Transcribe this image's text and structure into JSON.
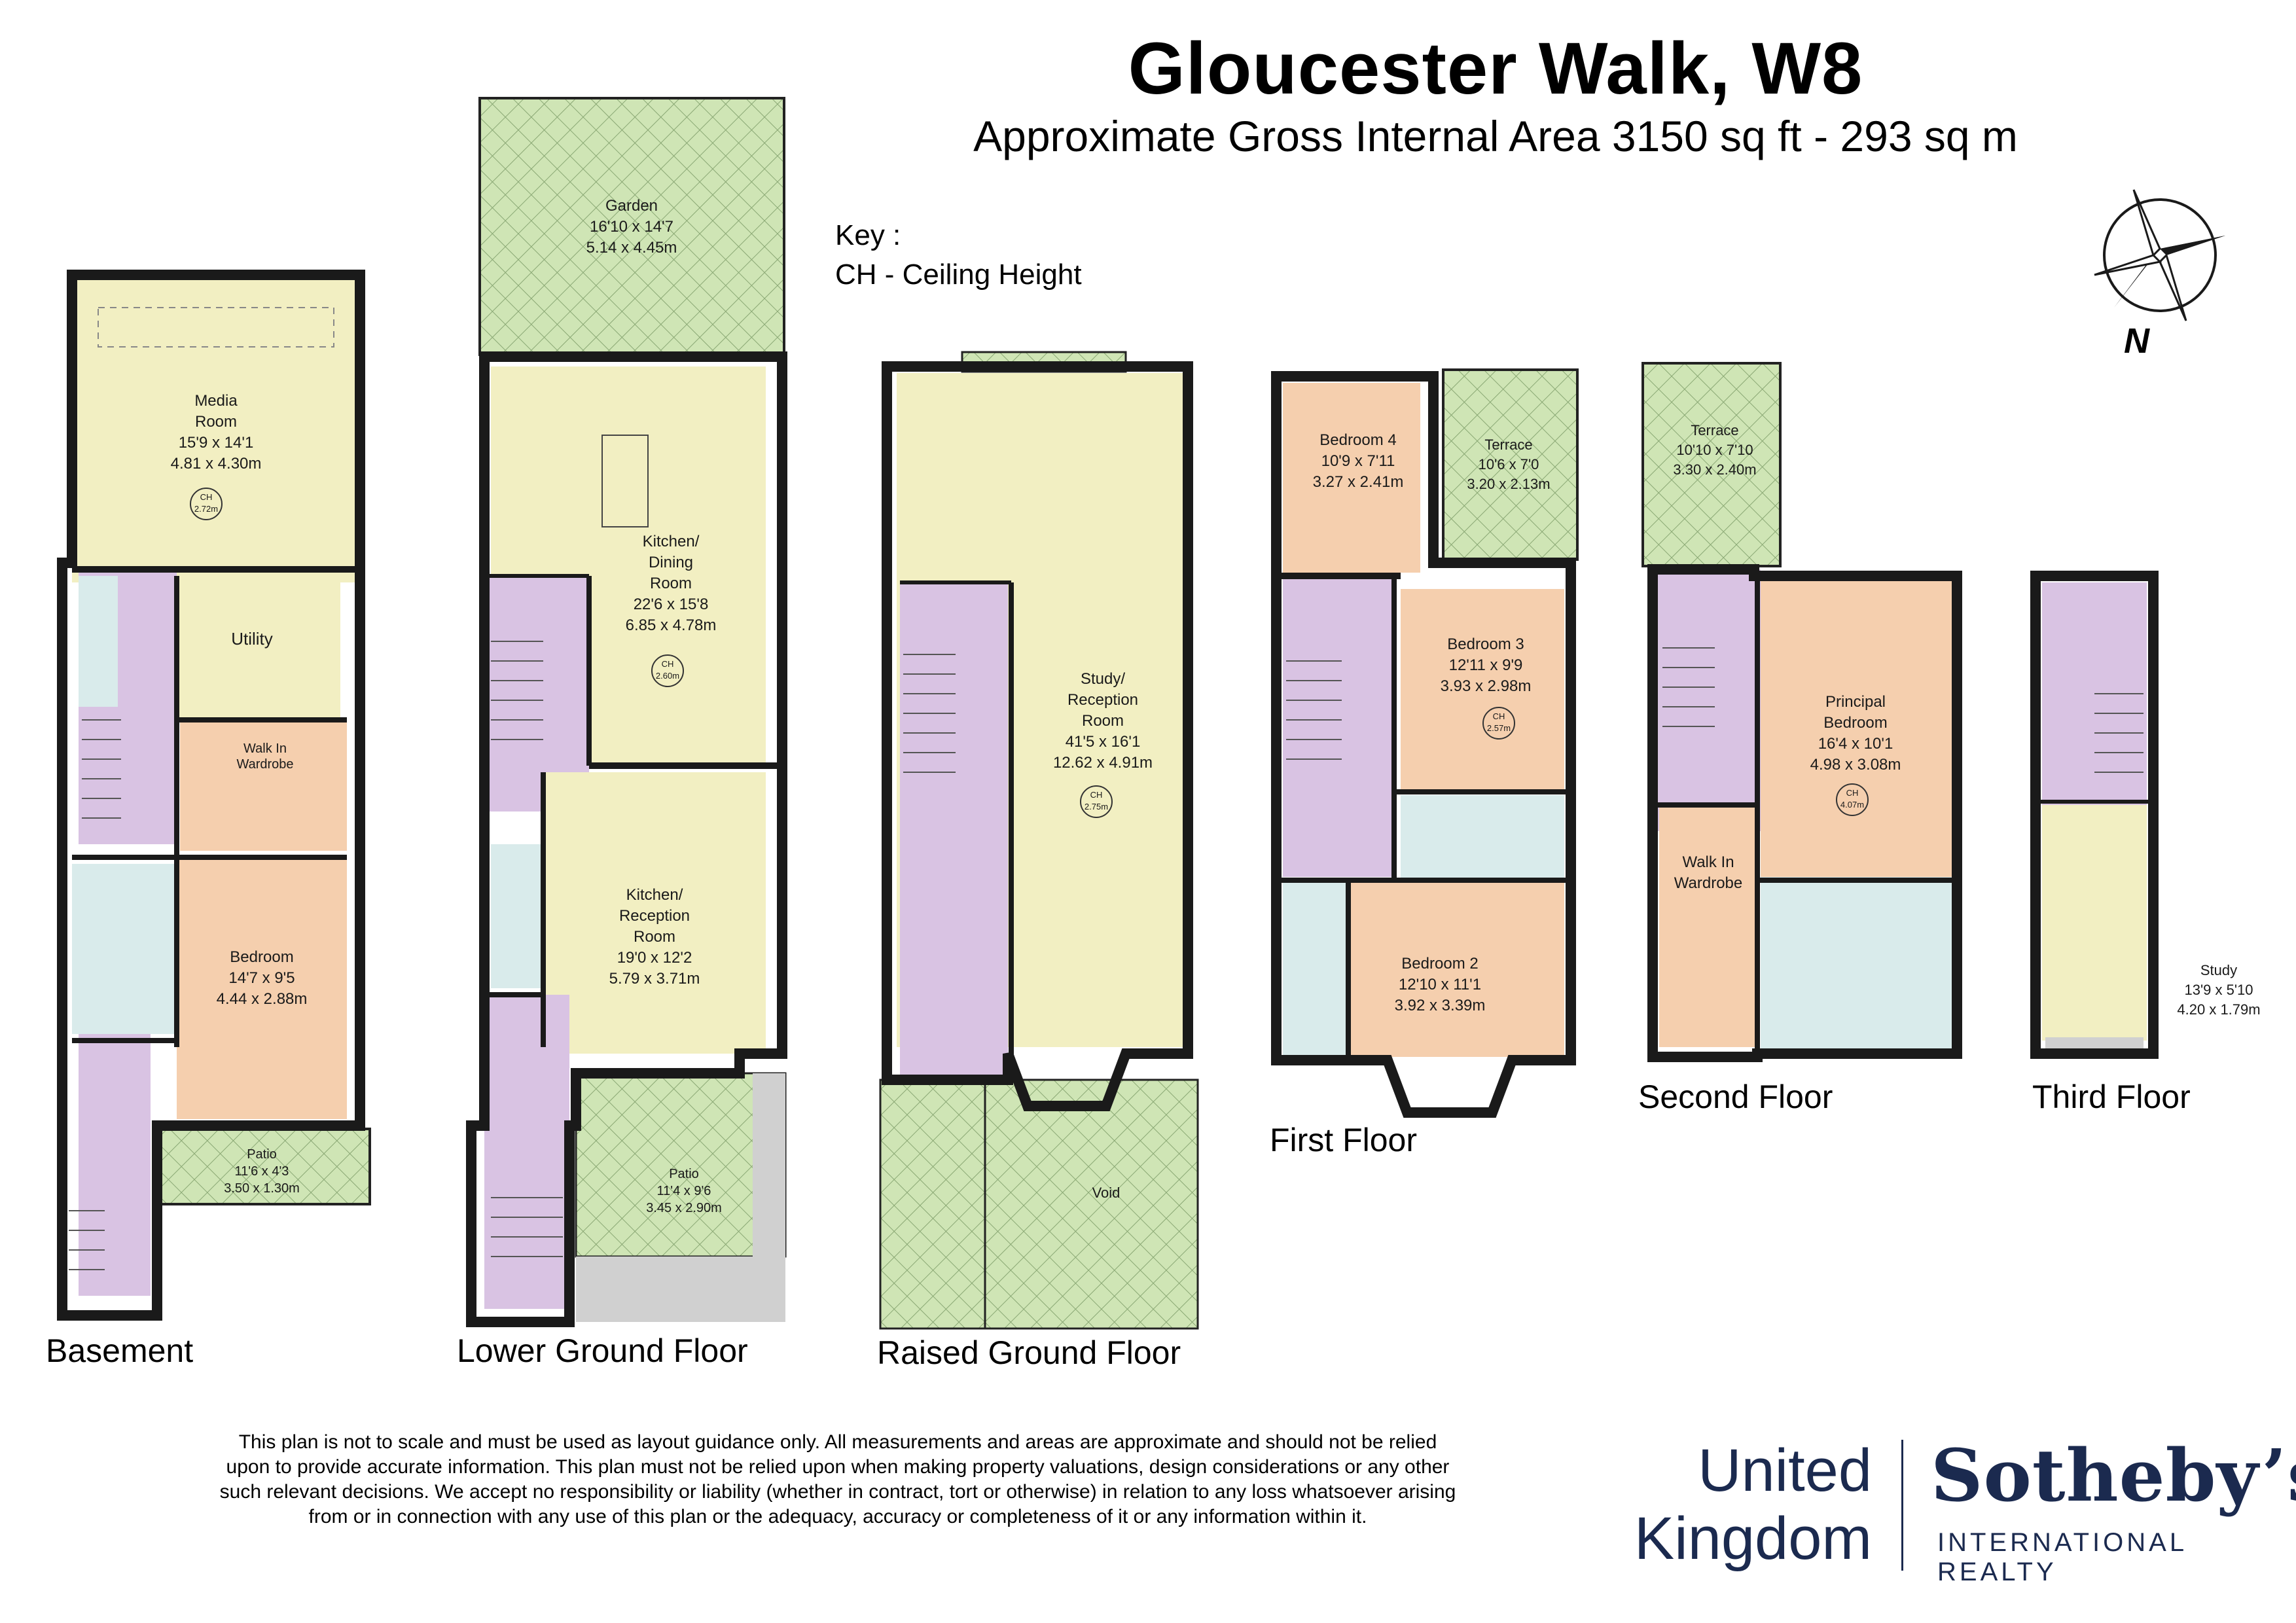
{
  "header": {
    "title": "Gloucester Walk, W8",
    "subtitle": "Approximate Gross Internal Area 3150 sq ft - 293 sq m",
    "key_title": "Key :",
    "key_item": "CH - Ceiling Height"
  },
  "compass": {
    "label": "N"
  },
  "floors": {
    "basement": "Basement",
    "lower_ground": "Lower Ground Floor",
    "raised_ground": "Raised Ground Floor",
    "first": "First Floor",
    "second": "Second Floor",
    "third": "Third Floor"
  },
  "rooms": {
    "media": {
      "name1": "Media",
      "name2": "Room",
      "imp": "15'9 x 14'1",
      "met": "4.81 x 4.30m",
      "ch": "2.72m"
    },
    "utility": {
      "name1": "Utility"
    },
    "walkin_b": {
      "name1": "Walk In",
      "name2": "Wardrobe"
    },
    "bedroom_b": {
      "name1": "Bedroom",
      "imp": "14'7 x 9'5",
      "met": "4.44 x 2.88m"
    },
    "patio_b": {
      "name1": "Patio",
      "imp": "11'6 x 4'3",
      "met": "3.50 x 1.30m"
    },
    "garden": {
      "name1": "Garden",
      "imp": "16'10 x 14'7",
      "met": "5.14 x 4.45m"
    },
    "kitchen_dining": {
      "name1": "Kitchen/",
      "name2": "Dining",
      "name3": "Room",
      "imp": "22'6 x 15'8",
      "met": "6.85 x 4.78m",
      "ch": "2.60m"
    },
    "kitchen_reception": {
      "name1": "Kitchen/",
      "name2": "Reception",
      "name3": "Room",
      "imp": "19'0 x 12'2",
      "met": "5.79 x 3.71m"
    },
    "patio_lg": {
      "name1": "Patio",
      "imp": "11'4 x 9'6",
      "met": "3.45 x 2.90m"
    },
    "study_reception": {
      "name1": "Study/",
      "name2": "Reception",
      "name3": "Room",
      "imp": "41'5 x 16'1",
      "met": "12.62 x 4.91m",
      "ch": "2.75m"
    },
    "void": {
      "name1": "Void"
    },
    "bedroom4": {
      "name1": "Bedroom 4",
      "imp": "10'9 x 7'11",
      "met": "3.27 x 2.41m"
    },
    "terrace1": {
      "name1": "Terrace",
      "imp": "10'6 x 7'0",
      "met": "3.20 x 2.13m"
    },
    "bedroom3": {
      "name1": "Bedroom 3",
      "imp": "12'11 x 9'9",
      "met": "3.93 x 2.98m",
      "ch": "2.57m"
    },
    "bedroom2": {
      "name1": "Bedroom 2",
      "imp": "12'10 x 11'1",
      "met": "3.92 x 3.39m"
    },
    "terrace2": {
      "name1": "Terrace",
      "imp": "10'10 x 7'10",
      "met": "3.30 x 2.40m"
    },
    "principal": {
      "name1": "Principal",
      "name2": "Bedroom",
      "imp": "16'4 x 10'1",
      "met": "4.98 x 3.08m",
      "ch": "4.07m"
    },
    "walkin_2": {
      "name1": "Walk In",
      "name2": "Wardrobe"
    },
    "study3": {
      "name1": "Study",
      "imp": "13'9 x 5'10",
      "met": "4.20 x 1.79m"
    }
  },
  "ch_prefix": "CH",
  "disclaimer": "This plan is not to scale and must be used as layout guidance only. All measurements and areas are approximate and should not be relied upon to provide accurate information. This plan must not be relied upon when making property valuations, design considerations or any other such relevant decisions. We accept no responsibility or liability (whether in contract, tort or otherwise) in relation to any loss whatsoever arising from or in connection with any use of this plan or the adequacy, accuracy or completeness of it or any information within it.",
  "brand": {
    "line1": "United",
    "line2": "Kingdom",
    "name": "Sotheby’s",
    "tagline": "INTERNATIONAL REALTY"
  },
  "colors": {
    "wall": "#1a1a1a",
    "circulation": "#d9c3e3",
    "kitchen": "#f2efc2",
    "bedroom": "#f5cfae",
    "bathroom": "#d9ebeb",
    "outdoor": "#cfe5b5",
    "study": "#f2efc2",
    "store": "#d0d0d0",
    "brand": "#1b2a4f"
  }
}
